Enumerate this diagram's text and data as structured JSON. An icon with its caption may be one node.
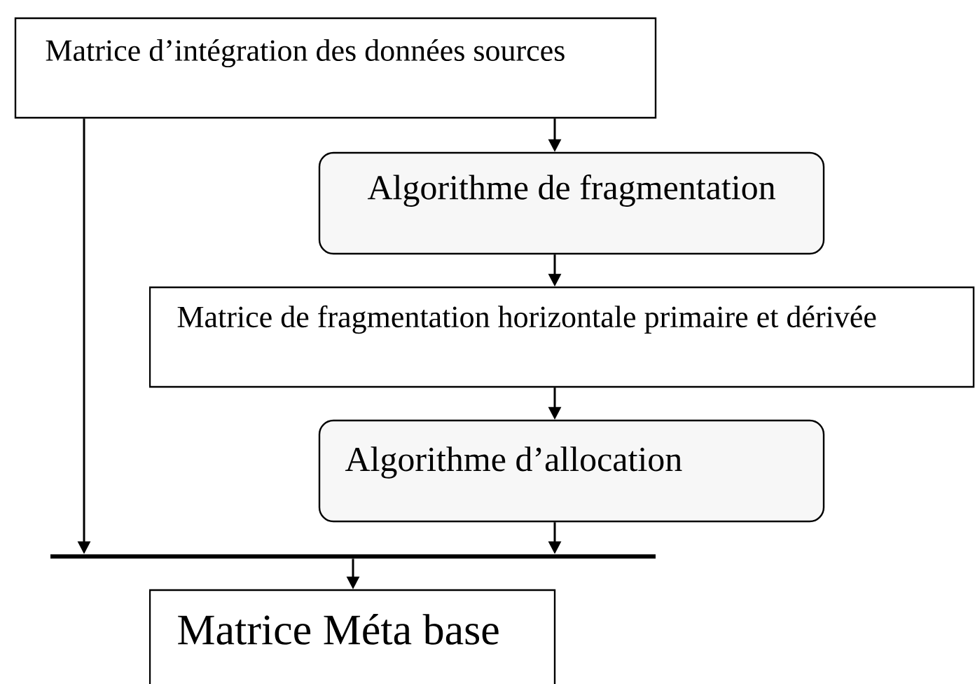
{
  "diagram": {
    "nodes": [
      {
        "text": [
          "Matrice d’intégration des données sources"
        ]
      },
      {
        "text": [
          "Algorithme de fragmentation"
        ]
      },
      {
        "text": [
          "Matrice de fragmentation horizontale primaire et dérivée"
        ]
      },
      {
        "text": [
          "Algorithme d’allocation"
        ]
      },
      {
        "text": [],
        "shape": "bar"
      },
      {
        "text": [
          "Matrice Méta base"
        ]
      }
    ],
    "edges": [
      {
        "from": 0,
        "to": 1,
        "arrow": "to"
      },
      {
        "from": 0,
        "to": 4,
        "arrow": "to"
      },
      {
        "from": 1,
        "to": 2,
        "arrow": "to"
      },
      {
        "from": 2,
        "to": 3,
        "arrow": "to"
      },
      {
        "from": 3,
        "to": 4,
        "arrow": "to"
      },
      {
        "from": 4,
        "to": 5,
        "arrow": "to"
      }
    ]
  }
}
